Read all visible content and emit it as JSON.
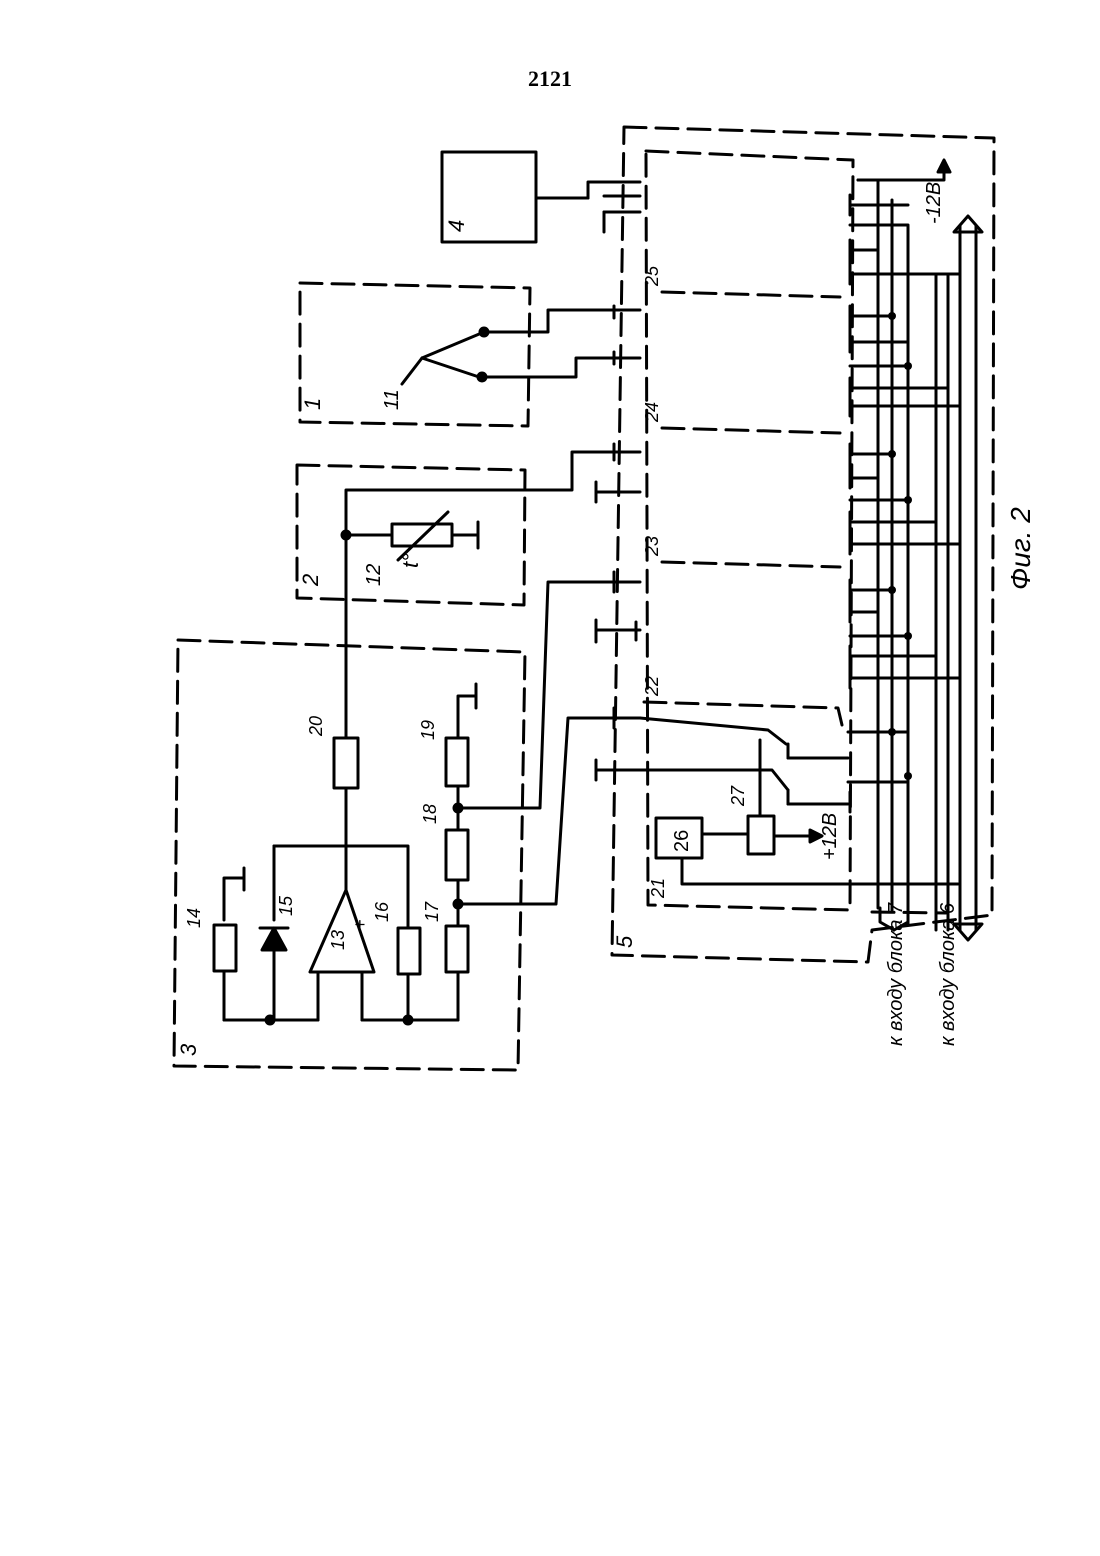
{
  "page_number": "2121",
  "figure_caption": "Фиг. 2",
  "blocks": [
    {
      "label": "1",
      "role": "block-1"
    },
    {
      "label": "2",
      "role": "block-2"
    },
    {
      "label": "3",
      "role": "block-3"
    },
    {
      "label": "4",
      "role": "block-4"
    },
    {
      "label": "5",
      "role": "block-5"
    }
  ],
  "components": {
    "thermocouple": "11",
    "thermistor": "12",
    "thermistor_symbol": "t°",
    "resistor_14": "14",
    "diode": "15",
    "opamp": "13",
    "resistor_16": "16",
    "resistor_17": "17",
    "resistor_18": "18",
    "resistor_19": "19",
    "resistor_20": "20",
    "sub_21": "21",
    "sub_22": "22",
    "sub_23": "23",
    "sub_24": "24",
    "sub_25": "25",
    "box_26": "26",
    "relay_27": "27"
  },
  "voltages": {
    "positive": "+12В",
    "negative": "-12В"
  },
  "outputs": {
    "to_block_7": "к входу блока 7",
    "to_block_6": "к входу блока 6"
  },
  "opamp_plus": "+"
}
